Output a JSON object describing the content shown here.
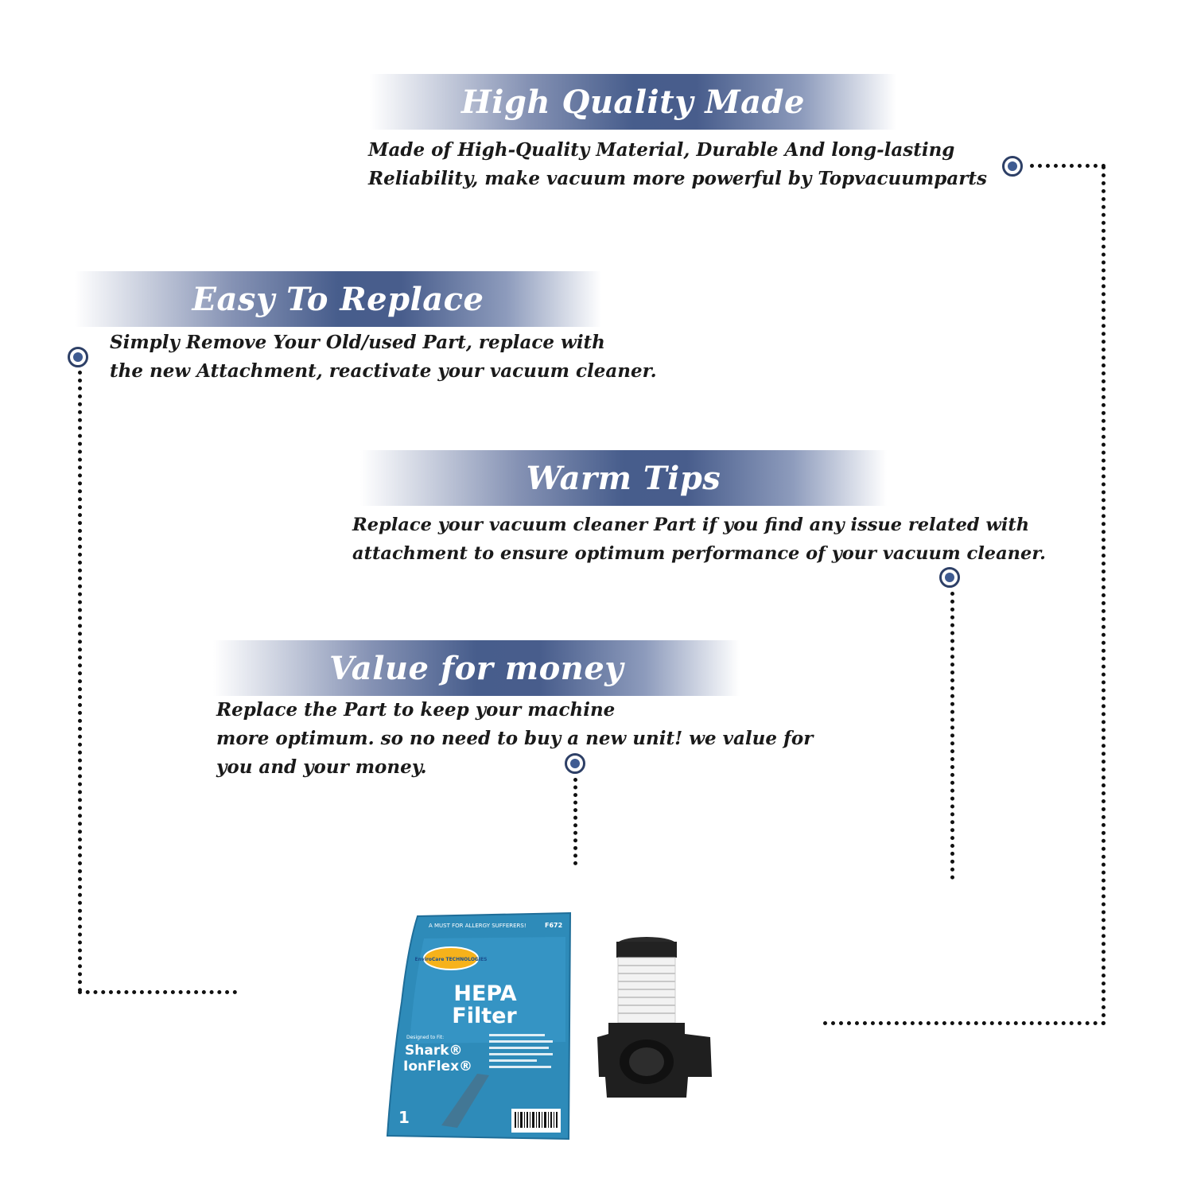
{
  "sections": [
    {
      "title": "High Quality Made",
      "lines": [
        "Made of  High-Quality Material, Durable And long-lasting",
        "Reliability, make vacuum more powerful by Topvacuumparts"
      ]
    },
    {
      "title": "Easy To Replace",
      "lines": [
        "Simply Remove Your Old/used Part, replace with",
        "the new Attachment, reactivate your vacuum cleaner."
      ]
    },
    {
      "title": "Warm Tips",
      "lines": [
        "Replace your vacuum cleaner Part if you find any issue related with",
        " attachment to ensure optimum performance of your vacuum cleaner."
      ]
    },
    {
      "title": "Value for money",
      "lines": [
        "Replace the Part to keep your machine",
        "more optimum. so no need to buy a new unit! we value for",
        "you and your money."
      ]
    }
  ],
  "product": {
    "package": {
      "tagline": "A MUST FOR ALLERGY SUFFERERS!",
      "code": "F672",
      "badge": "EnviroCare TECHNOLOGIES",
      "title_line1": "HEPA",
      "title_line2": "Filter",
      "designed_for": "Designed to Fit:",
      "brand_line1": "Shark®",
      "brand_line2": "IonFlex®",
      "count": "1"
    },
    "colors": {
      "package": "#2e8bb9",
      "filter": "#222222"
    }
  },
  "colors": {
    "banner_mid": "#475d8c",
    "marker": "#3f5b91"
  }
}
